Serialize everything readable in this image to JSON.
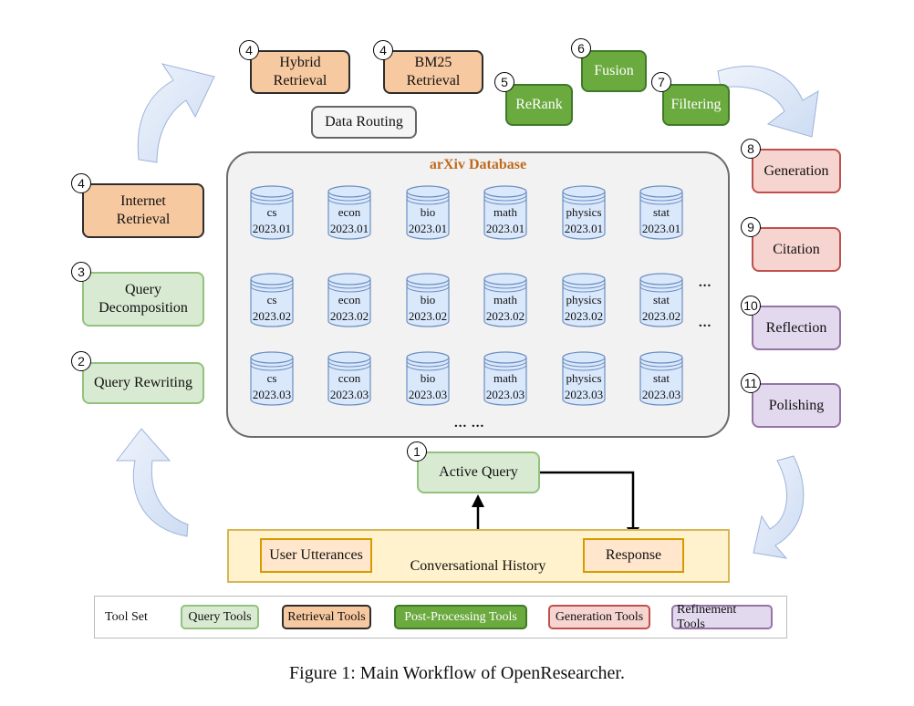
{
  "badges": {
    "hybrid": "4",
    "bm25": "4",
    "rerank": "5",
    "fusion": "6",
    "filtering": "7",
    "internet": "4",
    "decomposition": "3",
    "rewriting": "2",
    "active": "1",
    "generation": "8",
    "citation": "9",
    "reflection": "10",
    "polishing": "11"
  },
  "boxes": {
    "hybrid": "Hybrid\nRetrieval",
    "bm25": "BM25\nRetrieval",
    "data_routing": "Data Routing",
    "rerank": "ReRank",
    "fusion": "Fusion",
    "filtering": "Filtering",
    "internet": "Internet\nRetrieval",
    "decomposition": "Query\nDecomposition",
    "rewriting": "Query Rewriting",
    "active_query": "Active Query",
    "generation": "Generation",
    "citation": "Citation",
    "reflection": "Reflection",
    "polishing": "Polishing"
  },
  "database": {
    "title": "arXiv Database",
    "rows": [
      [
        {
          "cat": "cs",
          "date": "2023.01"
        },
        {
          "cat": "econ",
          "date": "2023.01"
        },
        {
          "cat": "bio",
          "date": "2023.01"
        },
        {
          "cat": "math",
          "date": "2023.01"
        },
        {
          "cat": "physics",
          "date": "2023.01"
        },
        {
          "cat": "stat",
          "date": "2023.01"
        }
      ],
      [
        {
          "cat": "cs",
          "date": "2023.02"
        },
        {
          "cat": "econ",
          "date": "2023.02"
        },
        {
          "cat": "bio",
          "date": "2023.02"
        },
        {
          "cat": "math",
          "date": "2023.02"
        },
        {
          "cat": "physics",
          "date": "2023.02"
        },
        {
          "cat": "stat",
          "date": "2023.02"
        }
      ],
      [
        {
          "cat": "cs",
          "date": "2023.03"
        },
        {
          "cat": "ccon",
          "date": "2023.03"
        },
        {
          "cat": "bio",
          "date": "2023.03"
        },
        {
          "cat": "math",
          "date": "2023.03"
        },
        {
          "cat": "physics",
          "date": "2023.03"
        },
        {
          "cat": "stat",
          "date": "2023.03"
        }
      ]
    ],
    "ellipsis_row": "...",
    "ellipsis_bottom": "... ..."
  },
  "history": {
    "title": "Conversational History",
    "user_utterances": "User Utterances",
    "response": "Response"
  },
  "toolset": {
    "label": "Tool Set",
    "items": [
      {
        "label": "Query Tools",
        "fill": "#d9ead3",
        "stroke": "#92c27d",
        "text": "#111111"
      },
      {
        "label": "Retrieval Tools",
        "fill": "#f7c9a0",
        "stroke": "#2d2d2d",
        "text": "#111111"
      },
      {
        "label": "Post-Processing Tools",
        "fill": "#6aaa3e",
        "stroke": "#3f7a28",
        "text": "#ffffff"
      },
      {
        "label": "Generation Tools",
        "fill": "#f6d5d0",
        "stroke": "#c0504d",
        "text": "#111111"
      },
      {
        "label": "Refinement Tools",
        "fill": "#e3d9ee",
        "stroke": "#9673a6",
        "text": "#111111"
      }
    ]
  },
  "caption": "Figure 1: Main Workflow of OpenResearcher.",
  "colors": {
    "db_title": "#c06a1c",
    "cylinder_fill": "#dae8fc",
    "cylinder_stroke": "#6c8ebf",
    "flow_arrow_fill": "#dae8fc",
    "flow_arrow_stroke": "#8fa9d6"
  }
}
